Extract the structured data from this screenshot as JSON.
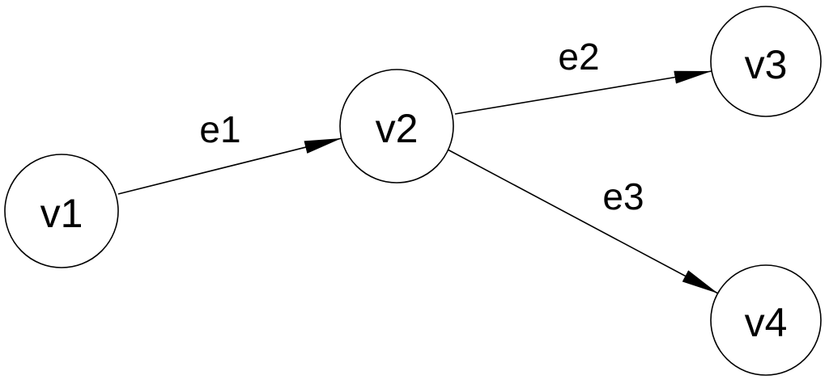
{
  "diagram": {
    "nodes": {
      "v1": "v1",
      "v2": "v2",
      "v3": "v3",
      "v4": "v4"
    },
    "edges": {
      "e1": "e1",
      "e2": "e2",
      "e3": "e3"
    }
  },
  "colors": {
    "stroke": "#000000",
    "background": "#ffffff"
  }
}
